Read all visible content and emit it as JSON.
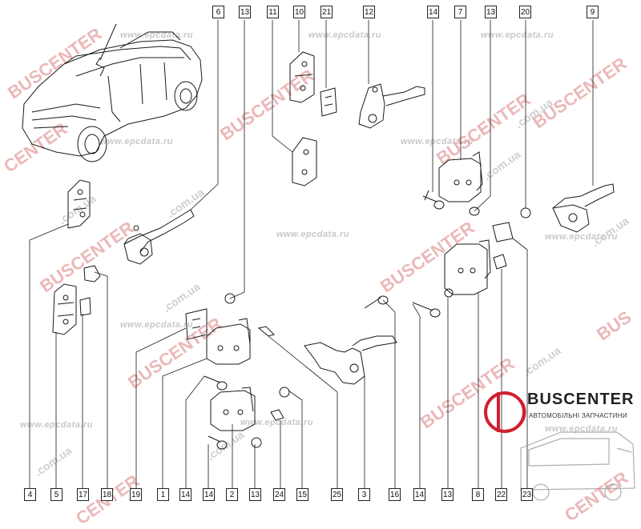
{
  "callouts": [
    "6",
    "13",
    "11",
    "10",
    "21",
    "12",
    "14",
    "7",
    "13",
    "20",
    "9",
    "4",
    "5",
    "17",
    "18",
    "19",
    "1",
    "14",
    "14",
    "2",
    "13",
    "24",
    "15",
    "25",
    "3",
    "16",
    "14",
    "13",
    "8",
    "22",
    "23"
  ],
  "watermarks": {
    "site": "www.epcdata.ru",
    "brand_prefix": "BUS",
    "brand_suffix": "CENTER",
    "domain": ".com.ua"
  },
  "logo": {
    "name": "BUSCENTER",
    "tagline": "АВТОМОБІЛЬНІ ЗАПЧАСТИНИ",
    "accent_color": "#d01f2f"
  },
  "colors": {
    "line": "#1a1a1a",
    "watermark_red": "#e07a7a"
  }
}
